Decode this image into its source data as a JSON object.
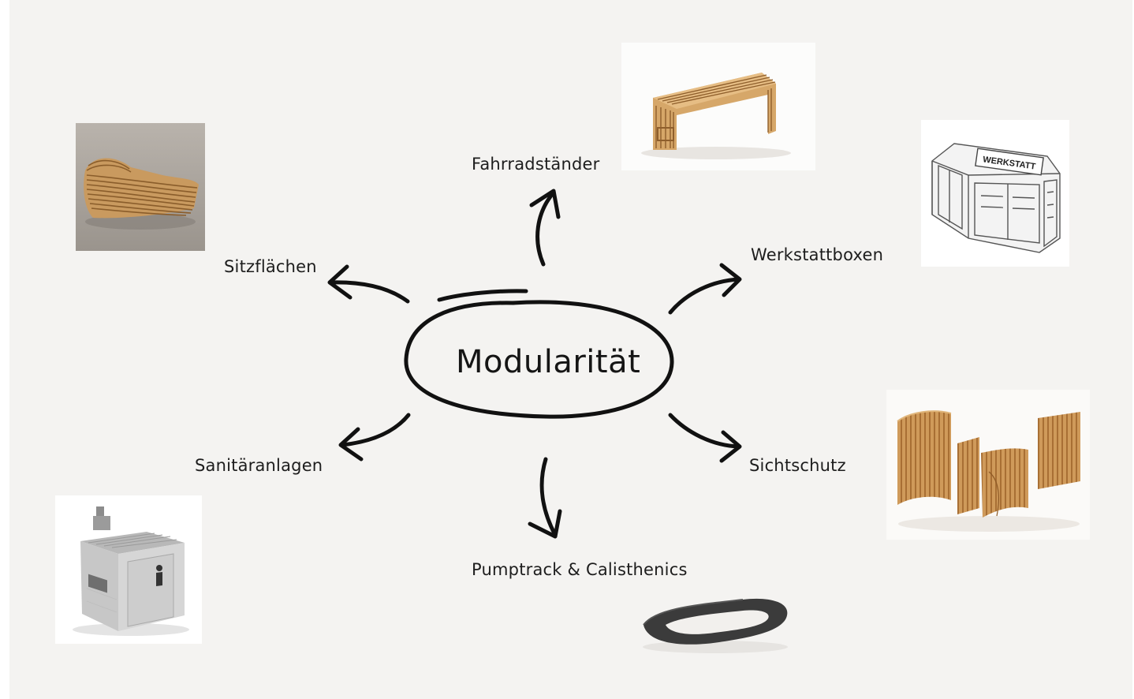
{
  "center": {
    "title": "Modularität"
  },
  "branches": [
    {
      "id": "sitzflaechen",
      "label": "Sitzflächen",
      "icon": "wooden-lounge-bench-icon"
    },
    {
      "id": "fahrradstaender",
      "label": "Fahrradständer",
      "icon": "wooden-bike-rack-icon"
    },
    {
      "id": "werkstattboxen",
      "label": "Werkstattboxen",
      "icon": "workshop-container-icon",
      "sign_text": "WERKSTATT"
    },
    {
      "id": "sichtschutz",
      "label": "Sichtschutz",
      "icon": "wooden-privacy-screens-icon"
    },
    {
      "id": "pumptrack",
      "label": "Pumptrack & Calisthenics",
      "icon": "pumptrack-loop-icon"
    },
    {
      "id": "sanitaeranlagen",
      "label": "Sanitäranlagen",
      "icon": "sanitary-cabin-icon"
    }
  ],
  "colors": {
    "background": "#f4f3f1",
    "ink": "#111111",
    "wood_light": "#d9ae72",
    "wood_dark": "#9c6a35"
  }
}
